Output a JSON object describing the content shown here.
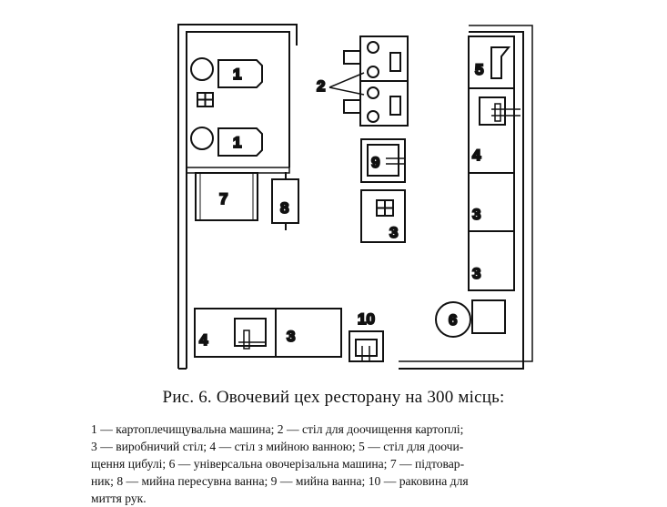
{
  "figure": {
    "caption": "Рис. 6. Овочевий цех ресторану на 300 місць:",
    "legend_lines": [
      "1 — картоплечищувальна машина; 2 — стіл для доочищення картоплі;",
      "3 — виробничий стіл; 4 — стіл з мийною ванною; 5 — стіл для доочи-",
      "щення цибулі; 6 — універсальна овочерізальна машина; 7 — підтовар-",
      "ник; 8 — мийна пересувна ванна; 9 — мийна ванна; 10 — раковина для",
      "миття рук."
    ]
  },
  "plan": {
    "labels": {
      "potato_peeler_top": "1",
      "potato_peeler_bottom": "1",
      "potato_table": "2",
      "prod_table_mid": "3",
      "prod_table_right_a": "3",
      "prod_table_right_b": "3",
      "prod_table_bottom": "3",
      "sink_table_right": "4",
      "sink_table_bottom": "4",
      "onion_table": "5",
      "veg_cutter": "6",
      "pallet": "7",
      "mobile_tub": "8",
      "wash_tub": "9",
      "hand_sink": "10"
    }
  }
}
